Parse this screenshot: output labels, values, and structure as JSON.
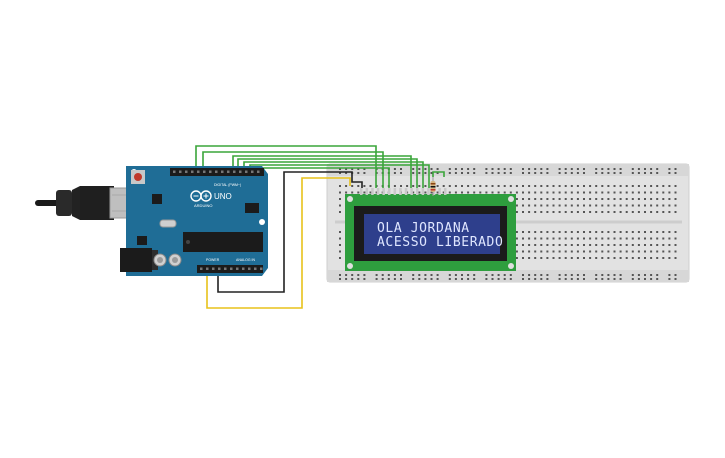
{
  "arduino": {
    "brand": "ARDUINO",
    "model": "UNO",
    "digital_label": "DIGITAL (PWM~)",
    "power_label": "POWER",
    "analog_label": "ANALOG IN",
    "board_color": "#1f6d96",
    "usb_color": "#bfbfbf"
  },
  "lcd": {
    "line1": "OLA JORDANA",
    "line2": "ACESSO LIBERADO",
    "pcb_color": "#2e9e3e",
    "screen_color": "#2e3f8c"
  },
  "breadboard": {
    "color": "#e2e2e2"
  },
  "wires": {
    "data_color": "#3aa53a",
    "gnd_color": "#222222",
    "vcc_color": "#e8c21a"
  }
}
